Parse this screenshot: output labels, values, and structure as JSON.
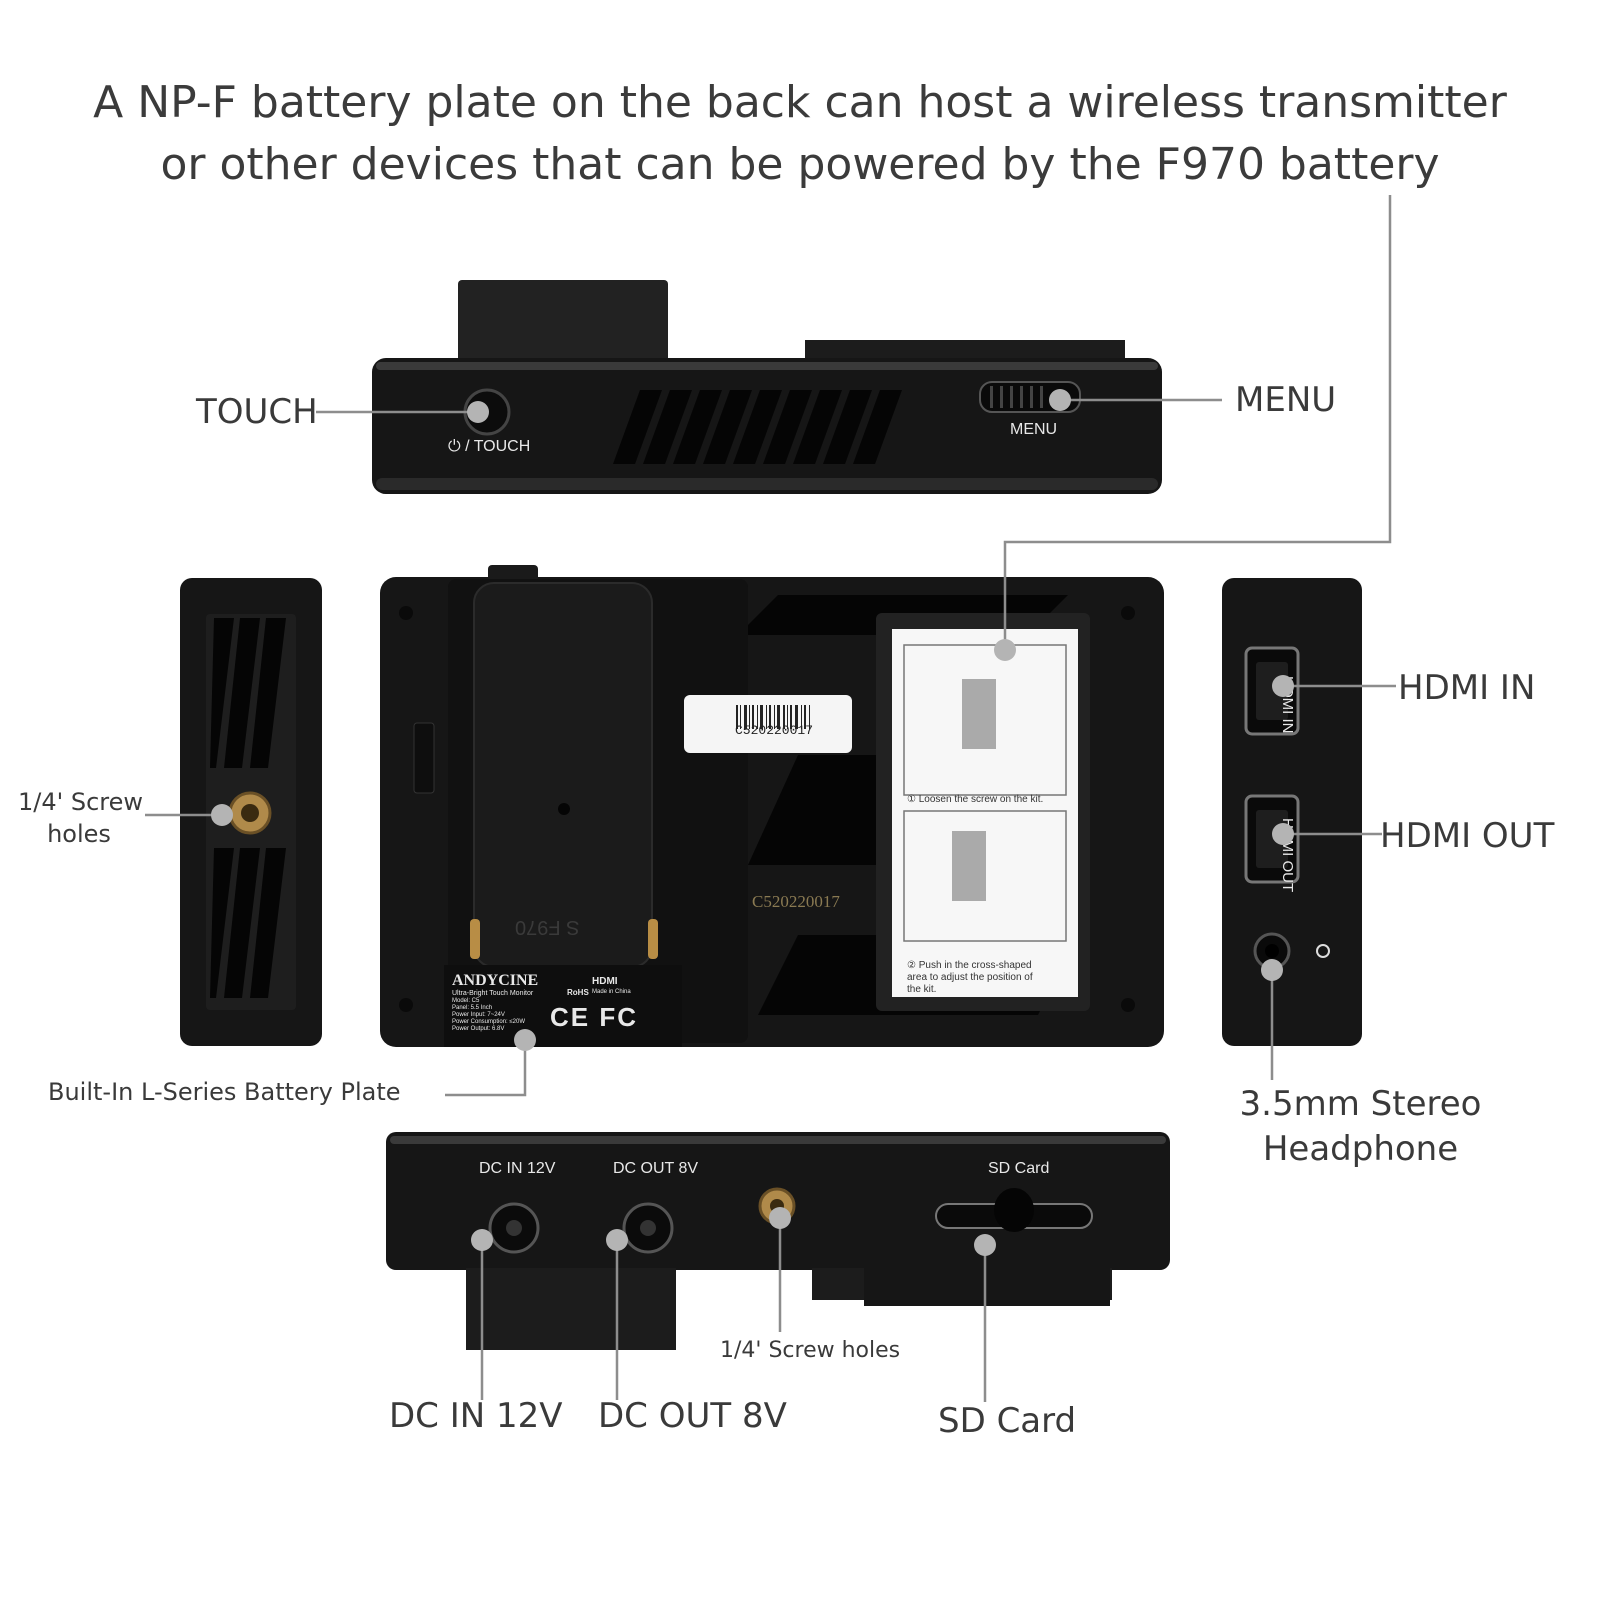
{
  "headline": {
    "line1": "A NP-F battery plate on the back can host a wireless transmitter",
    "line2": "or other devices that can be powered by the F970 battery"
  },
  "callouts": {
    "touch": "TOUCH",
    "menu": "MENU",
    "screw_holes_side": [
      "1/4' Screw",
      "holes"
    ],
    "hdmi_in": "HDMI IN",
    "hdmi_out": "HDMI OUT",
    "headphone": [
      "3.5mm Stereo",
      "Headphone"
    ],
    "battery_plate": "Built-In L-Series Battery Plate",
    "dc_in": "DC IN 12V",
    "dc_out": "DC OUT 8V",
    "screw_holes_bottom": "1/4' Screw holes",
    "sd_card": "SD Card"
  },
  "device_markings": {
    "touch_button": "⏻ / TOUCH",
    "menu_dial": "MENU",
    "port_dc_in": "DC IN 12V",
    "port_dc_out": "DC OUT 8V",
    "port_sd": "SD Card",
    "side_hdmi_in": "HDMI IN",
    "side_hdmi_out": "HDMI OUT",
    "barcode_number": "C520220017",
    "serial_engraving": "C520220017",
    "battery_marking": "S F970",
    "kit_step1": "① Loosen the screw on the kit.",
    "kit_step2": [
      "② Push in the cross-shaped",
      "area to adjust the position of",
      "the kit."
    ],
    "brand": "ANDYCINE",
    "brand_sub": "Ultra-Bright Touch Monitor",
    "spec_lines": [
      "Model: C5",
      "Panel: 5.5 Inch",
      "Power Input: 7~24V",
      "Power Consumption: ≤20W",
      "Power Output: 6.8V"
    ],
    "cert": "CE  FC",
    "hdmi_logo": "HDMI",
    "rohs": "RoHS",
    "made_in": "Made in China"
  }
}
